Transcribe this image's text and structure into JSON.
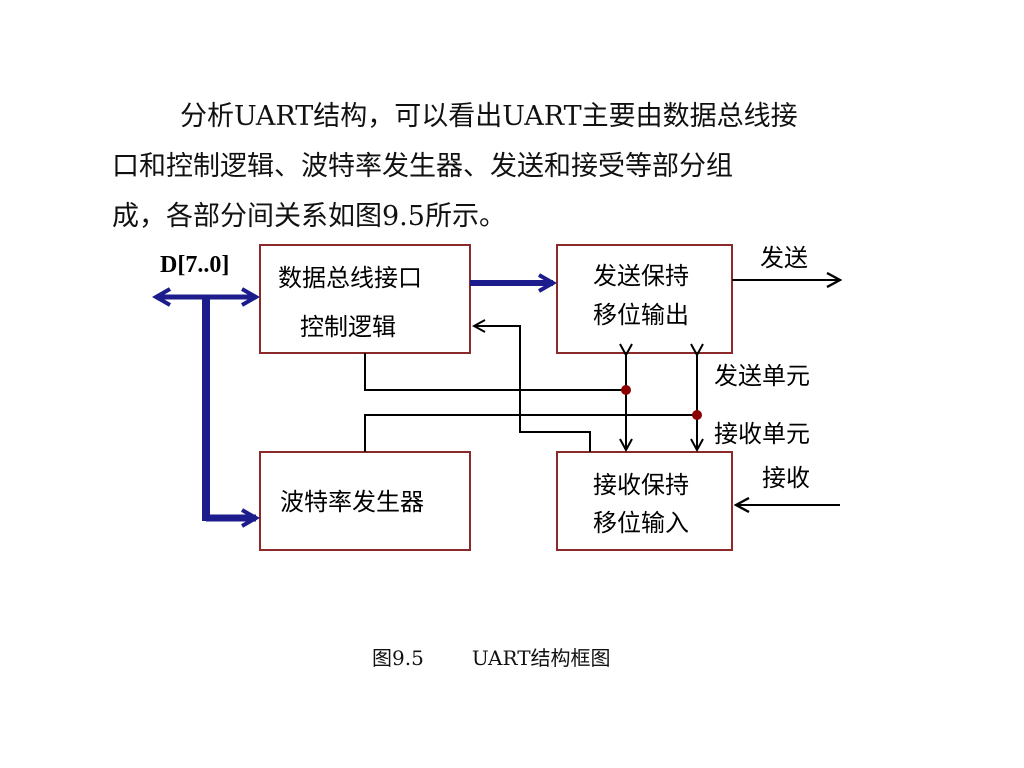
{
  "paragraph": {
    "line1": "分析UART结构，可以看出UART主要由数据总线接",
    "line2": "口和控制逻辑、波特率发生器、发送和接受等部分组",
    "line3": "成，各部分间关系如图9.5所示。"
  },
  "diagram": {
    "bus_label": "D[7..0]",
    "blocks": {
      "bus_interface": {
        "line1": "数据总线接口",
        "line2": "控制逻辑"
      },
      "tx_shift": {
        "line1": "发送保持",
        "line2": "移位输出"
      },
      "baud_gen": {
        "line1": "波特率发生器"
      },
      "rx_shift": {
        "line1": "接收保持",
        "line2": "移位输入"
      }
    },
    "labels": {
      "send": "发送",
      "receive": "接收",
      "tx_unit": "发送单元",
      "rx_unit": "接收单元"
    },
    "colors": {
      "box_border": "#8b2a2a",
      "bus": "#1c1c8c",
      "junction": "#8b0000",
      "line": "#000000"
    }
  },
  "caption": {
    "figure_number": "图9.5",
    "title": "UART结构框图"
  }
}
